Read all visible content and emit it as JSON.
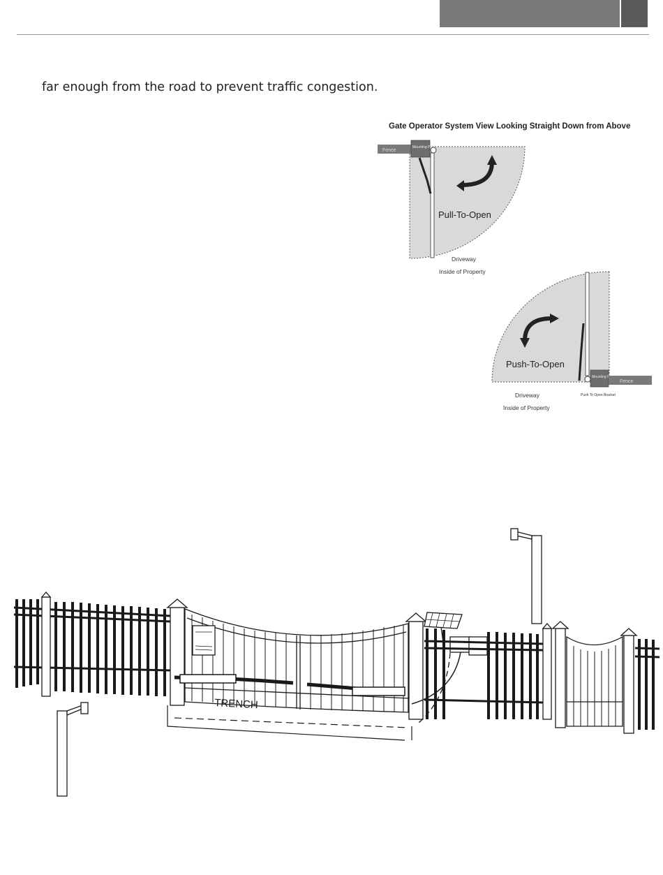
{
  "body_text": "far enough from the road to prevent traffic congestion.",
  "figure": {
    "title": "Gate Operator System View Looking Straight Down from Above",
    "pull": {
      "fence": "Fence",
      "post": "Mounting Post",
      "label": "Pull-To-Open",
      "driveway": "Driveway",
      "inside": "Inside of Property"
    },
    "push": {
      "fence": "Fence",
      "post": "Mounting Post",
      "bracket": "Push To Open Bracket",
      "label": "Push-To-Open",
      "driveway": "Driveway",
      "inside": "Inside of Property"
    }
  },
  "illustration": {
    "trench_label": "TRENCH"
  },
  "colors": {
    "header_bar": "#7a7a7a",
    "header_tab": "#5a5a5a",
    "swing_area": "#d8d8d8",
    "fence_bar": "#7a7a7a"
  }
}
